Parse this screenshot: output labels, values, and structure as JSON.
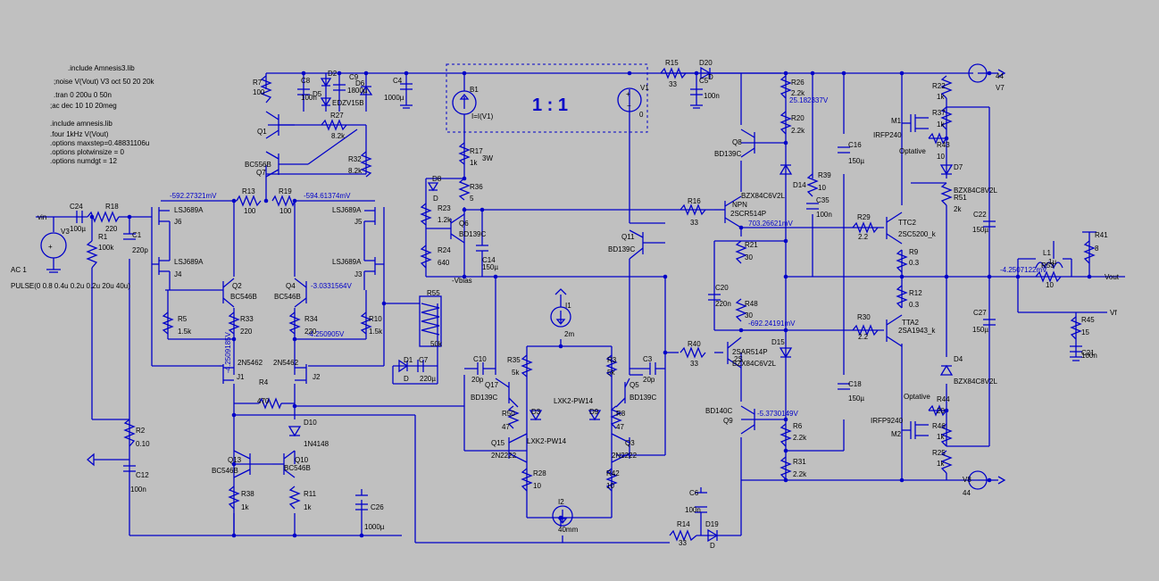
{
  "directives": [
    ".include Amnesis3.lib",
    ";noise V(Vout) V3 oct 50 20 20k",
    ".tran 0 200u 0 50n",
    ";ac dec 10 10 20meg",
    ".include amnesis.lib",
    ".four 1kHz V(Vout)",
    ".options maxstep=0.48831106u",
    ".options plotwinsize = 0",
    ".options numdgt = 12"
  ],
  "source_ac": "AC 1",
  "source_pulse": "PULSE(0 0.8 0.4u 0.2u 0.2u 20u 40u)",
  "ratio": "1 : 1",
  "voltages": {
    "v1": "-592.27321mV",
    "v2": "-594.61374mV",
    "v3": "25.182337V",
    "v4": "703.26621mV",
    "v5": "-4.2507122mV",
    "v6": "-692.24191mV",
    "v7": "-3.0331564V",
    "v8": "-4.250905V",
    "v9": "-4.2509185V",
    "v10": "-5.3730149V"
  },
  "nets": {
    "vin": "vin",
    "vout": "Vout",
    "vf": "Vf",
    "vbias": "-Vbias"
  },
  "components": [
    {
      "ref": "C24",
      "val": "100µ"
    },
    {
      "ref": "R18",
      "val": "220"
    },
    {
      "ref": "R1",
      "val": "100k"
    },
    {
      "ref": "C1",
      "val": "220p"
    },
    {
      "ref": "V3",
      "val": ""
    },
    {
      "ref": "R7",
      "val": "100"
    },
    {
      "ref": "C8",
      "val": "100n"
    },
    {
      "ref": "D2",
      "val": ""
    },
    {
      "ref": "D5",
      "val": "D"
    },
    {
      "ref": "D",
      "val": "D"
    },
    {
      "ref": "C9",
      "val": "1800µ"
    },
    {
      "ref": "D6",
      "val": "EDZV15B"
    },
    {
      "ref": "C4",
      "val": "1000µ"
    },
    {
      "ref": "BC556B",
      "val": ""
    },
    {
      "ref": "Q1",
      "val": ""
    },
    {
      "ref": "R27",
      "val": "8.2k"
    },
    {
      "ref": "BC556B2",
      "val": "BC556B"
    },
    {
      "ref": "Q7",
      "val": ""
    },
    {
      "ref": "R32",
      "val": "8.2k"
    },
    {
      "ref": "R13",
      "val": "100"
    },
    {
      "ref": "R19",
      "val": "100"
    },
    {
      "ref": "J6",
      "val": "LSJ689A"
    },
    {
      "ref": "J4",
      "val": "LSJ689A"
    },
    {
      "ref": "J5",
      "val": "LSJ689A"
    },
    {
      "ref": "J3",
      "val": "LSJ689A"
    },
    {
      "ref": "Q2",
      "val": "BC546B"
    },
    {
      "ref": "Q4",
      "val": "BC546B"
    },
    {
      "ref": "R5",
      "val": "1.5k"
    },
    {
      "ref": "R33",
      "val": "220"
    },
    {
      "ref": "R34",
      "val": "220"
    },
    {
      "ref": "R10",
      "val": "1.5k"
    },
    {
      "ref": "R55",
      "val": "50k"
    },
    {
      "ref": "J1",
      "val": "2N5462"
    },
    {
      "ref": "J2",
      "val": "2N5462"
    },
    {
      "ref": "R4",
      "val": "470"
    },
    {
      "ref": "D1",
      "val": "D"
    },
    {
      "ref": "C7",
      "val": "220µ"
    },
    {
      "ref": "D10",
      "val": "1N4148"
    },
    {
      "ref": "R2",
      "val": "0.10"
    },
    {
      "ref": "C12",
      "val": "100n"
    },
    {
      "ref": "Q13",
      "val": "BC546B"
    },
    {
      "ref": "Q10",
      "val": "BC546B"
    },
    {
      "ref": "R38",
      "val": "1k"
    },
    {
      "ref": "R11",
      "val": "1k"
    },
    {
      "ref": "C26",
      "val": "1000µ"
    },
    {
      "ref": "B1",
      "val": "I=I(V1)"
    },
    {
      "ref": "V1",
      "val": "0"
    },
    {
      "ref": "R17",
      "val": "1k"
    },
    {
      "ref": "3W",
      "val": "3W"
    },
    {
      "ref": "D8",
      "val": "D"
    },
    {
      "ref": "R36",
      "val": "5"
    },
    {
      "ref": "R23",
      "val": "1.2k"
    },
    {
      "ref": "Q6",
      "val": "BD139C"
    },
    {
      "ref": "R24",
      "val": "640"
    },
    {
      "ref": "C14",
      "val": "150µ"
    },
    {
      "ref": "R15",
      "val": "33"
    },
    {
      "ref": "D20",
      "val": "D"
    },
    {
      "ref": "C5",
      "val": "100n"
    },
    {
      "ref": "R26",
      "val": "2.2k"
    },
    {
      "ref": "R20",
      "val": "2.2k"
    },
    {
      "ref": "Q8",
      "val": "BD139C"
    },
    {
      "ref": "D14",
      "val": "BZX84C6V2L"
    },
    {
      "ref": "C16",
      "val": "150µ"
    },
    {
      "ref": "R39",
      "val": "10"
    },
    {
      "ref": "C35",
      "val": "100n"
    },
    {
      "ref": "R16",
      "val": "33"
    },
    {
      "ref": "Q11",
      "val": "BD139C"
    },
    {
      "ref": "NPN",
      "val": "2SCR514P"
    },
    {
      "ref": "R21",
      "val": "30"
    },
    {
      "ref": "C20",
      "val": "220n"
    },
    {
      "ref": "R48",
      "val": "30"
    },
    {
      "ref": "R40",
      "val": "33"
    },
    {
      "ref": "2S",
      "val": "2SAR514P"
    },
    {
      "ref": "D15",
      "val": "BZX84C6V2L"
    },
    {
      "ref": "C18",
      "val": "150µ"
    },
    {
      "ref": "Q9",
      "val": "BD140C"
    },
    {
      "ref": "R6",
      "val": "2.2k"
    },
    {
      "ref": "R31",
      "val": "2.2k"
    },
    {
      "ref": "R29",
      "val": "2.2"
    },
    {
      "ref": "R30",
      "val": "2.2"
    },
    {
      "ref": "TTC2",
      "val": "2SC5200_k"
    },
    {
      "ref": "TTA2",
      "val": "2SA1943_k"
    },
    {
      "ref": "R9",
      "val": "0.3"
    },
    {
      "ref": "R12",
      "val": "0.3"
    },
    {
      "ref": "M1",
      "val": "IRFP240"
    },
    {
      "ref": "M2",
      "val": "IRFP9240"
    },
    {
      "ref": "R22",
      "val": "1k"
    },
    {
      "ref": "R37",
      "val": "1k"
    },
    {
      "ref": "R43",
      "val": "10"
    },
    {
      "ref": "D7",
      "val": "BZX84C8V2L"
    },
    {
      "ref": "R51",
      "val": "2k"
    },
    {
      "ref": "R44",
      "val": "20"
    },
    {
      "ref": "D4",
      "val": "BZX84C8V2L"
    },
    {
      "ref": "R46",
      "val": "1k"
    },
    {
      "ref": "R25",
      "val": "1k"
    },
    {
      "ref": "V7",
      "val": "44"
    },
    {
      "ref": "V8",
      "val": "44"
    },
    {
      "ref": "C22",
      "val": "150µ"
    },
    {
      "ref": "C27",
      "val": "150µ"
    },
    {
      "ref": "L1",
      "val": "1µ"
    },
    {
      "ref": "R53",
      "val": "10"
    },
    {
      "ref": "R41",
      "val": "8"
    },
    {
      "ref": "R45",
      "val": "15"
    },
    {
      "ref": "C21",
      "val": "100n"
    },
    {
      "ref": "I1",
      "val": "2m"
    },
    {
      "ref": "I2",
      "val": "40mm"
    },
    {
      "ref": "R35",
      "val": "5k"
    },
    {
      "ref": "R3",
      "val": "5k"
    },
    {
      "ref": "C10",
      "val": "20p"
    },
    {
      "ref": "C3",
      "val": "20p"
    },
    {
      "ref": "Q17",
      "val": "BD139C"
    },
    {
      "ref": "Q5",
      "val": "BD139C"
    },
    {
      "ref": "D3",
      "val": "LXK2-PW14"
    },
    {
      "ref": "D9",
      "val": "LXK2-PW14"
    },
    {
      "ref": "R50",
      "val": "47"
    },
    {
      "ref": "R8",
      "val": "47"
    },
    {
      "ref": "Q15",
      "val": "2N2222"
    },
    {
      "ref": "Q3",
      "val": "2N2222"
    },
    {
      "ref": "R28",
      "val": "10"
    },
    {
      "ref": "R42",
      "val": "10"
    },
    {
      "ref": "C6",
      "val": "100n"
    },
    {
      "ref": "R14",
      "val": "33"
    },
    {
      "ref": "D19",
      "val": "D"
    },
    {
      "ref": "Optative1",
      "val": "Optative"
    },
    {
      "ref": "Optative2",
      "val": "Optative"
    }
  ]
}
